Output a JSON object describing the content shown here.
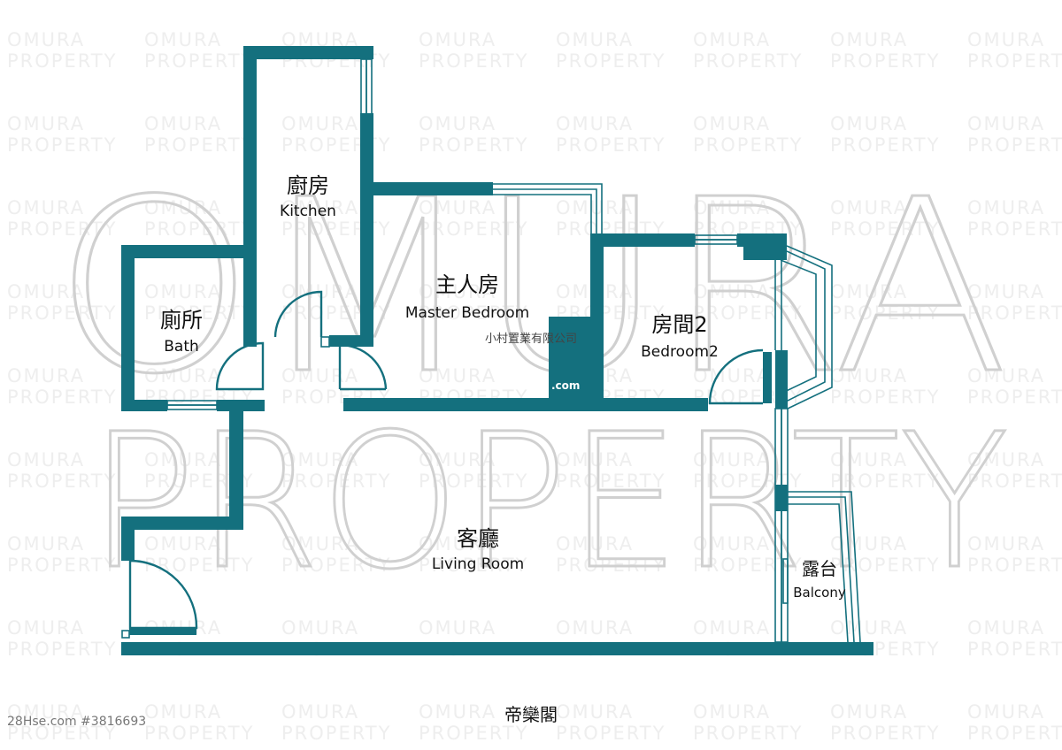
{
  "watermark": {
    "line1": "OMURA",
    "line2": "PROPERTY",
    "big_line1": "OMURA",
    "big_line2": "PROPERTY"
  },
  "rooms": {
    "kitchen": {
      "zh": "廚房",
      "en": "Kitchen"
    },
    "bath": {
      "zh": "廁所",
      "en": "Bath"
    },
    "master_bedroom": {
      "zh": "主人房",
      "en": "Master Bedroom"
    },
    "bedroom2": {
      "zh": "房間2",
      "en": "Bedroom2"
    },
    "living_room": {
      "zh": "客廳",
      "en": "Living Room"
    },
    "balcony": {
      "zh": "露台",
      "en": "Balcony"
    }
  },
  "agent_text": "小村置業有限公司",
  "com_text": ".com",
  "footer": {
    "listing_id": "28Hse.com #3816693",
    "building_name": "帝欒閣"
  },
  "colors": {
    "wall": "#14707e",
    "watermark": "#d0d0d0"
  }
}
